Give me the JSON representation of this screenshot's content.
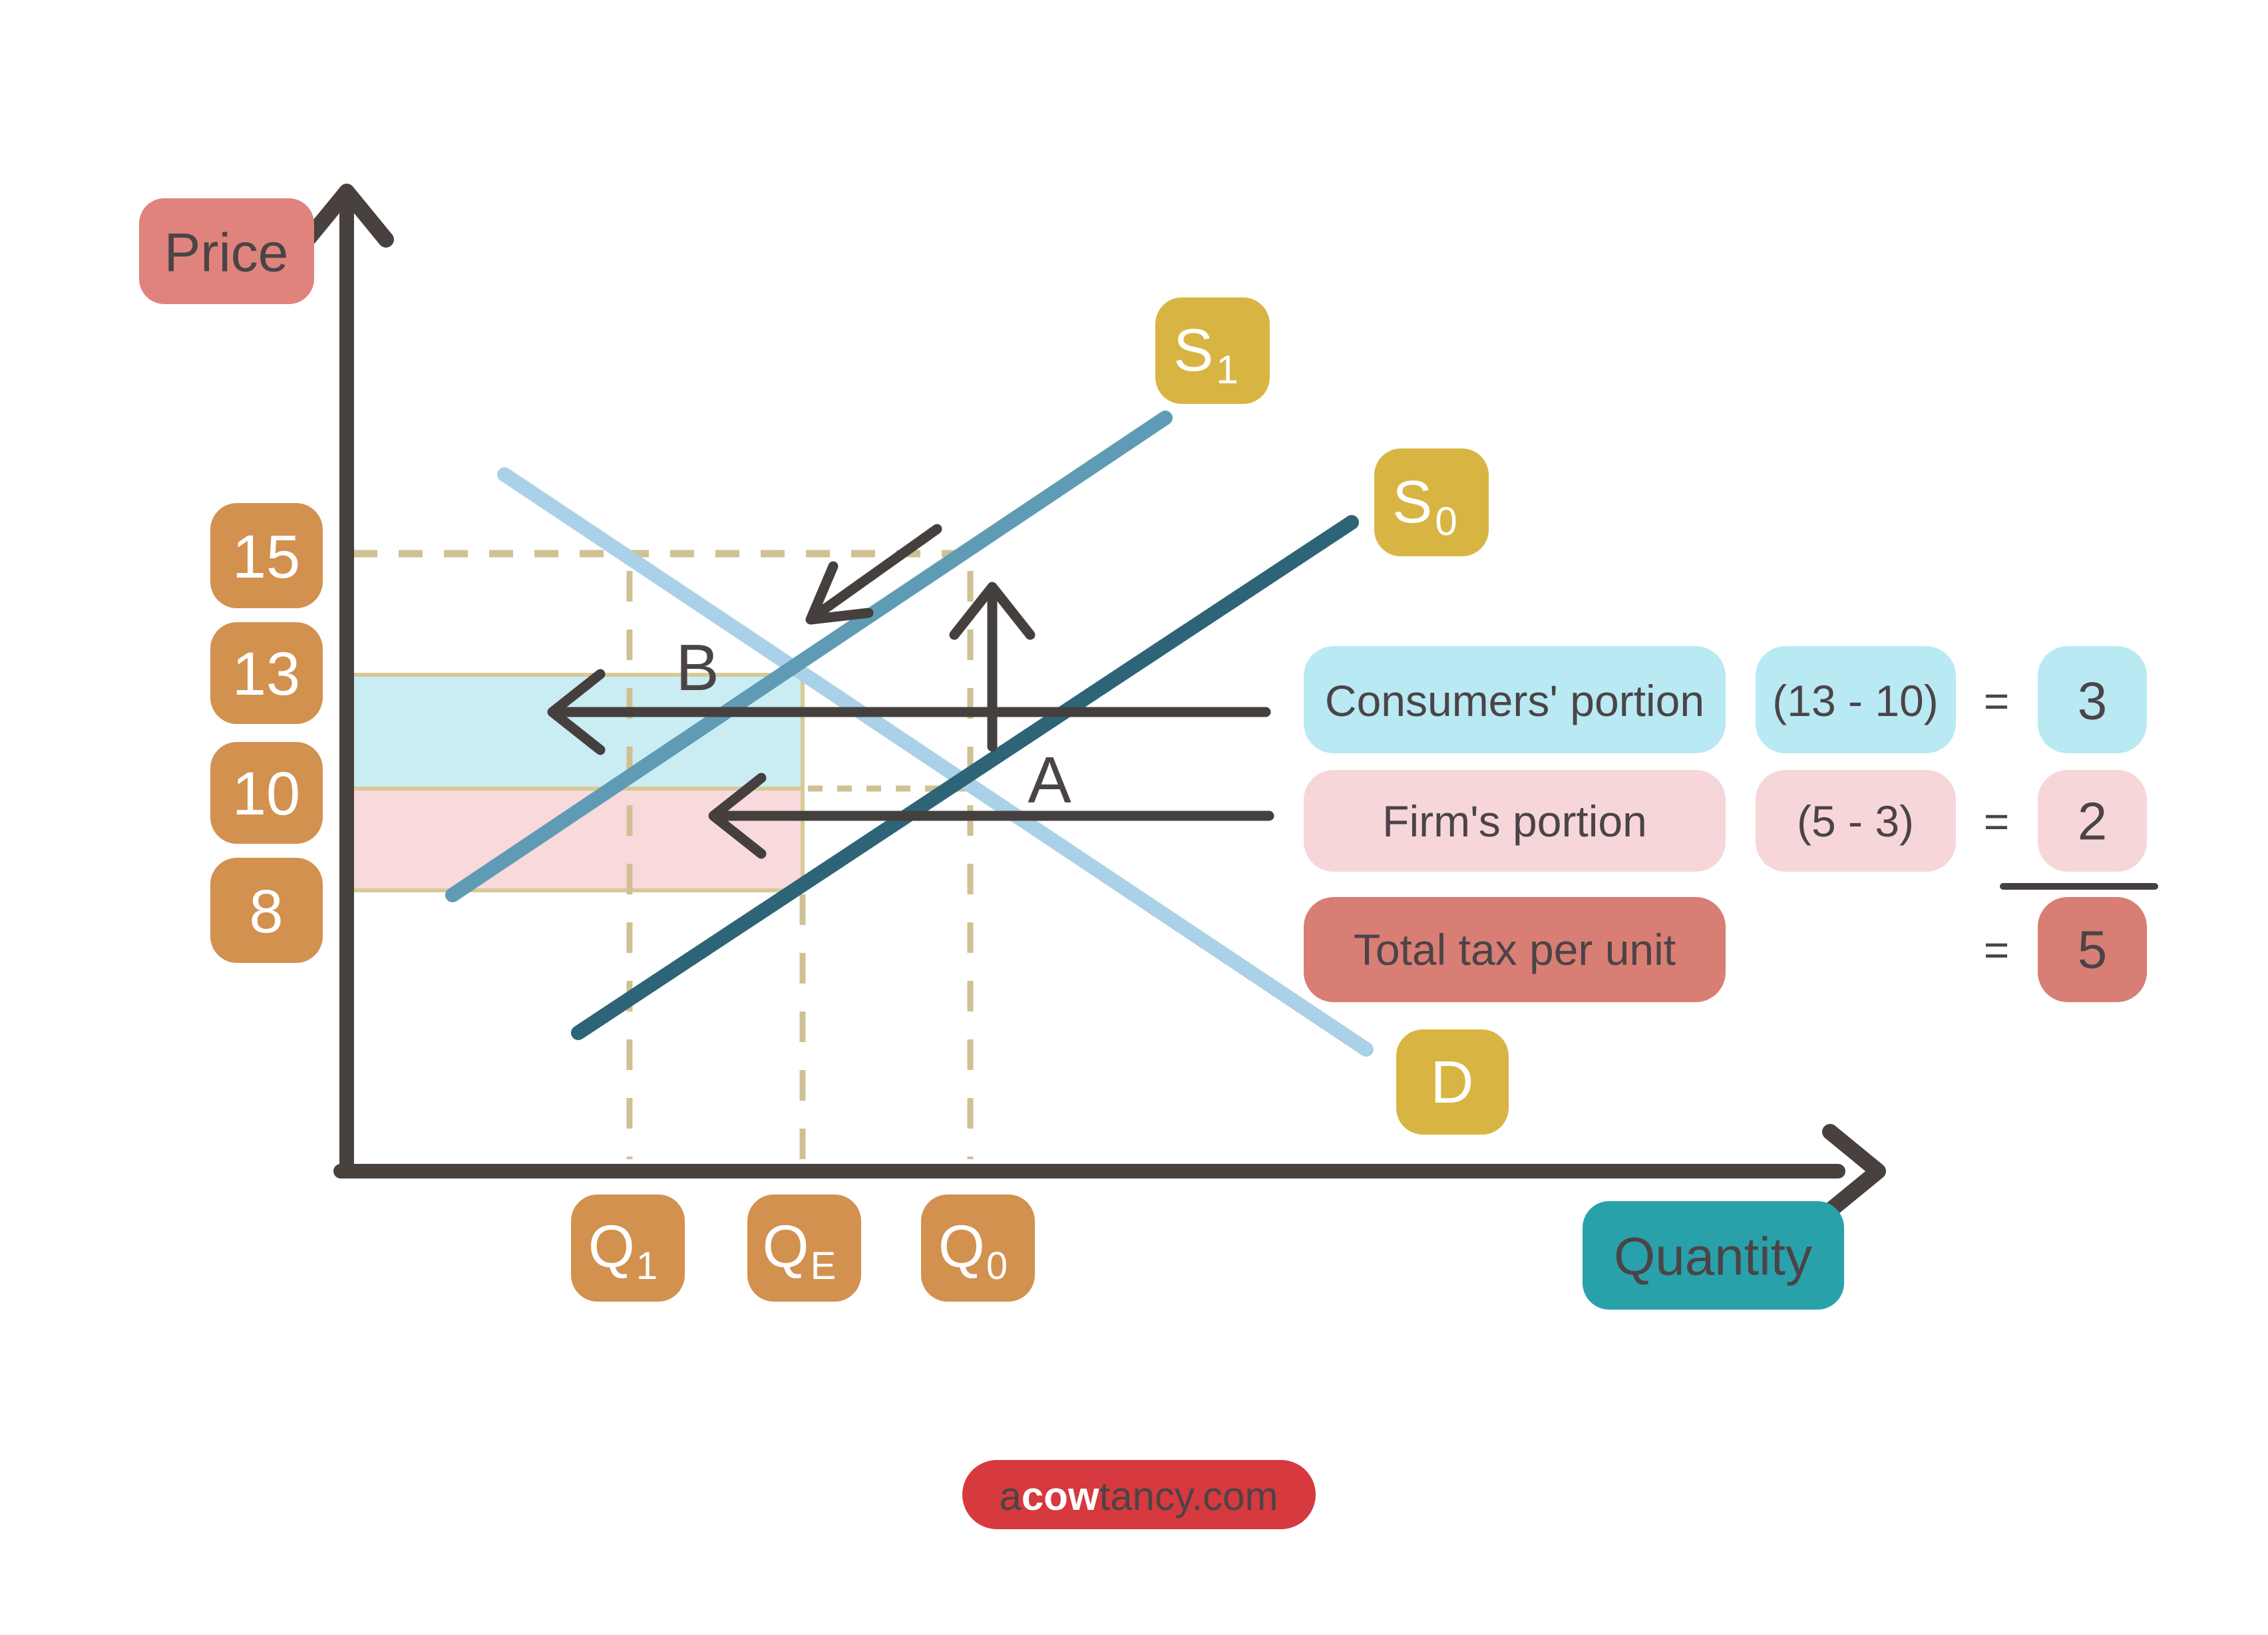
{
  "axis": {
    "y_label": "Price",
    "x_label": "Quantity"
  },
  "price_ticks": [
    "15",
    "13",
    "10",
    "8"
  ],
  "quantity_ticks": [
    {
      "main": "Q",
      "sub": "1"
    },
    {
      "main": "Q",
      "sub": "E"
    },
    {
      "main": "Q",
      "sub": "0"
    }
  ],
  "curves": {
    "s1": {
      "main": "S",
      "sub": "1"
    },
    "s0": {
      "main": "S",
      "sub": "0"
    },
    "d": {
      "label": "D"
    }
  },
  "annotations": {
    "b": "B",
    "a": "A"
  },
  "table": {
    "rows": [
      {
        "label": "Consumers' portion",
        "calc": "(13 - 10)",
        "eq": "=",
        "value": "3"
      },
      {
        "label": "Firm's portion",
        "calc": "(5 - 3)",
        "eq": "=",
        "value": "2"
      },
      {
        "label": "Total tax per unit",
        "calc": "",
        "eq": "=",
        "value": "5"
      }
    ]
  },
  "logo": {
    "prefix": "a",
    "bold": "cow",
    "suffix": "tancy.com"
  },
  "colors": {
    "axis_dark": "#48413e",
    "text_dark": "#4b4447",
    "dash_tan": "#cfc193",
    "area_border_tan": "#d8ca96",
    "box_orange": "#d2914f",
    "box_gold": "#d8b542",
    "box_salmon": "#e0837d",
    "box_teal": "#29a1aa",
    "box_total_red": "#d87e75",
    "logo_red": "#d6393e",
    "area_cyan": "#c9edf3",
    "area_pink": "#f8d9dc",
    "table_cyan": "#b9e9f2",
    "table_pink": "#f7d6da",
    "line_demand": "#a9d2e8",
    "line_s1": "#5f9bb4",
    "line_s0": "#2d6477"
  },
  "chart_data": {
    "type": "line",
    "title": "Per-unit tax incidence: shift of supply from S0 to S1",
    "x_axis": {
      "label": "Quantity",
      "ticks": [
        "Q1",
        "QE",
        "Q0"
      ],
      "numeric": false
    },
    "y_axis": {
      "label": "Price",
      "ticks": [
        15,
        13,
        10,
        8
      ]
    },
    "series": [
      {
        "name": "D",
        "role": "demand curve, downward sloping",
        "color": "#a9d2e8",
        "px": [
          [
            758,
            713
          ],
          [
            2053,
            1577
          ]
        ]
      },
      {
        "name": "S1",
        "role": "supply after tax, shifted up-left of S0",
        "color": "#5f9bb4",
        "px": [
          [
            680,
            1345
          ],
          [
            1751,
            628
          ]
        ]
      },
      {
        "name": "S0",
        "role": "original supply, upward sloping",
        "color": "#2d6477",
        "px": [
          [
            869,
            1552
          ],
          [
            2031,
            785
          ]
        ]
      }
    ],
    "guides": {
      "horizontal_dashed_price": 15,
      "vertical_dashed_quantities": [
        "Q1",
        "QE",
        "Q0"
      ],
      "short_dotted_price_level": 10
    },
    "shaded_areas": [
      {
        "name": "consumers' tax burden",
        "price_range": [
          10,
          13
        ],
        "quantity_range": [
          "axis",
          "QE"
        ],
        "color": "#c9edf3"
      },
      {
        "name": "firm's tax burden",
        "price_range": [
          8,
          10
        ],
        "quantity_range": [
          "axis",
          "QE"
        ],
        "color": "#f8d9dc"
      }
    ],
    "key_values": {
      "consumer_price_after_tax": 13,
      "pre_tax_equilibrium_price": 10,
      "firm_price_after_tax": 8,
      "upper_dashed_price": 15,
      "consumers_portion": 3,
      "firms_portion": 2,
      "total_tax_per_unit": 5
    },
    "annotations": [
      "B marks consumers' burden arrow",
      "A marks firm's burden arrow",
      "diagonal arrow shows S0 to S1 shift",
      "vertical arrow points up at old equilibrium"
    ],
    "legend_position": "labels on curves (gold badges)",
    "grid": false
  }
}
